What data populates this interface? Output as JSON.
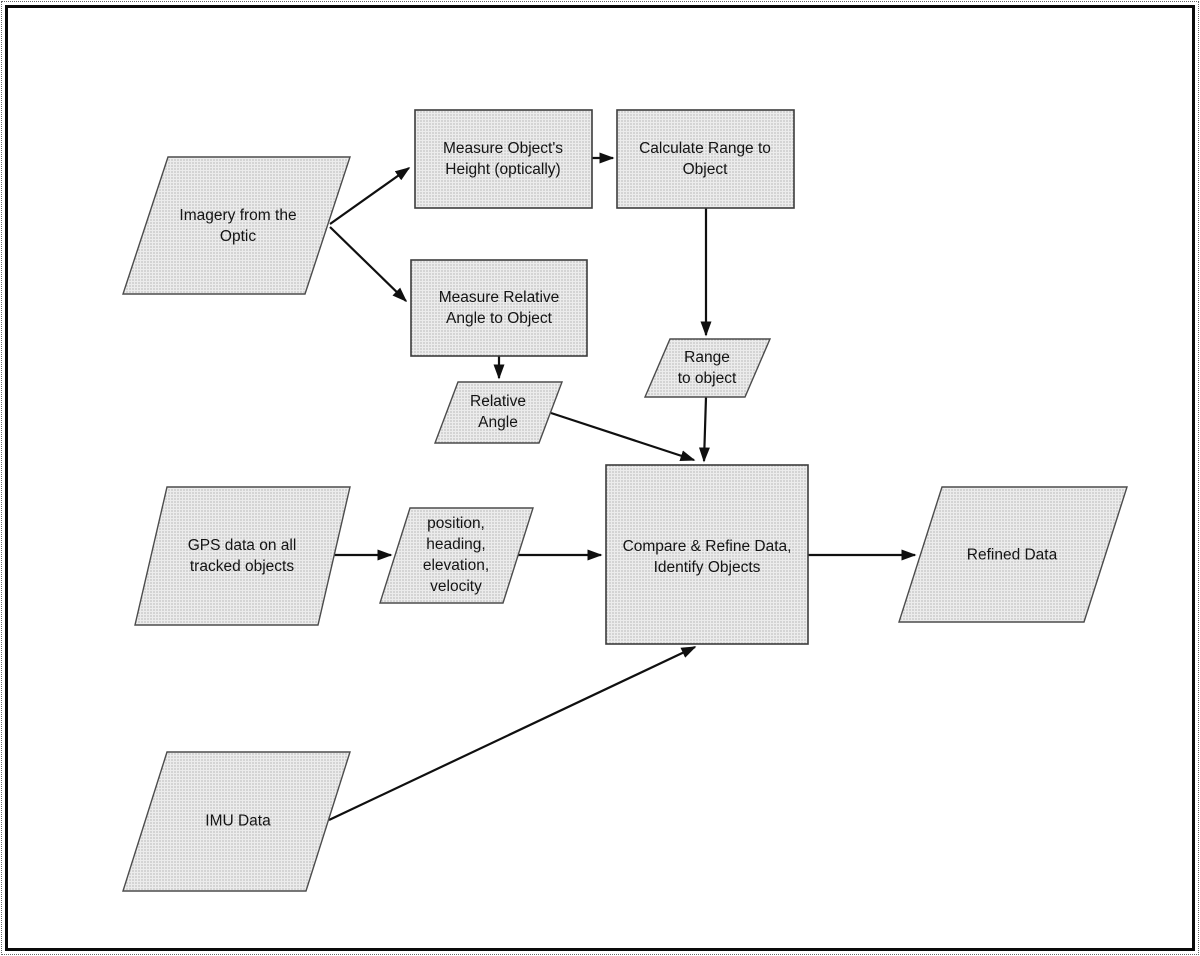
{
  "diagram": {
    "type": "flowchart",
    "colors": {
      "background": "#ffffff",
      "frame_border": "#0a0a0a",
      "shape_fill": "#ececec",
      "shape_dot": "#a2a2a2",
      "shape_stroke": "#4c4c4c",
      "arrow_color": "#101010",
      "text_color": "#141414"
    },
    "nodes": {
      "imagery": {
        "label": "Imagery from the\nOptic",
        "shape": "parallelogram"
      },
      "measure_height": {
        "label": "Measure Object's\nHeight (optically)",
        "shape": "process"
      },
      "calculate_range": {
        "label": "Calculate Range to\nObject",
        "shape": "process"
      },
      "measure_angle": {
        "label": "Measure Relative\nAngle to Object",
        "shape": "process"
      },
      "relative_angle": {
        "label": "Relative\nAngle",
        "shape": "parallelogram"
      },
      "range_to_object": {
        "label": "Range\nto object",
        "shape": "parallelogram"
      },
      "gps": {
        "label": "GPS data on all\ntracked objects",
        "shape": "parallelogram"
      },
      "position": {
        "label": "position,\nheading,\nelevation,\nvelocity",
        "shape": "parallelogram"
      },
      "compare": {
        "label": "Compare & Refine Data,\nIdentify Objects",
        "shape": "process"
      },
      "refined": {
        "label": "Refined Data",
        "shape": "parallelogram"
      },
      "imu": {
        "label": "IMU Data",
        "shape": "parallelogram"
      }
    },
    "edges": [
      {
        "from": "imagery",
        "to": "measure_height"
      },
      {
        "from": "imagery",
        "to": "measure_angle"
      },
      {
        "from": "measure_height",
        "to": "calculate_range"
      },
      {
        "from": "calculate_range",
        "to": "range_to_object"
      },
      {
        "from": "measure_angle",
        "to": "relative_angle"
      },
      {
        "from": "relative_angle",
        "to": "compare"
      },
      {
        "from": "range_to_object",
        "to": "compare"
      },
      {
        "from": "gps",
        "to": "position"
      },
      {
        "from": "position",
        "to": "compare"
      },
      {
        "from": "compare",
        "to": "refined"
      },
      {
        "from": "imu",
        "to": "compare"
      }
    ]
  }
}
